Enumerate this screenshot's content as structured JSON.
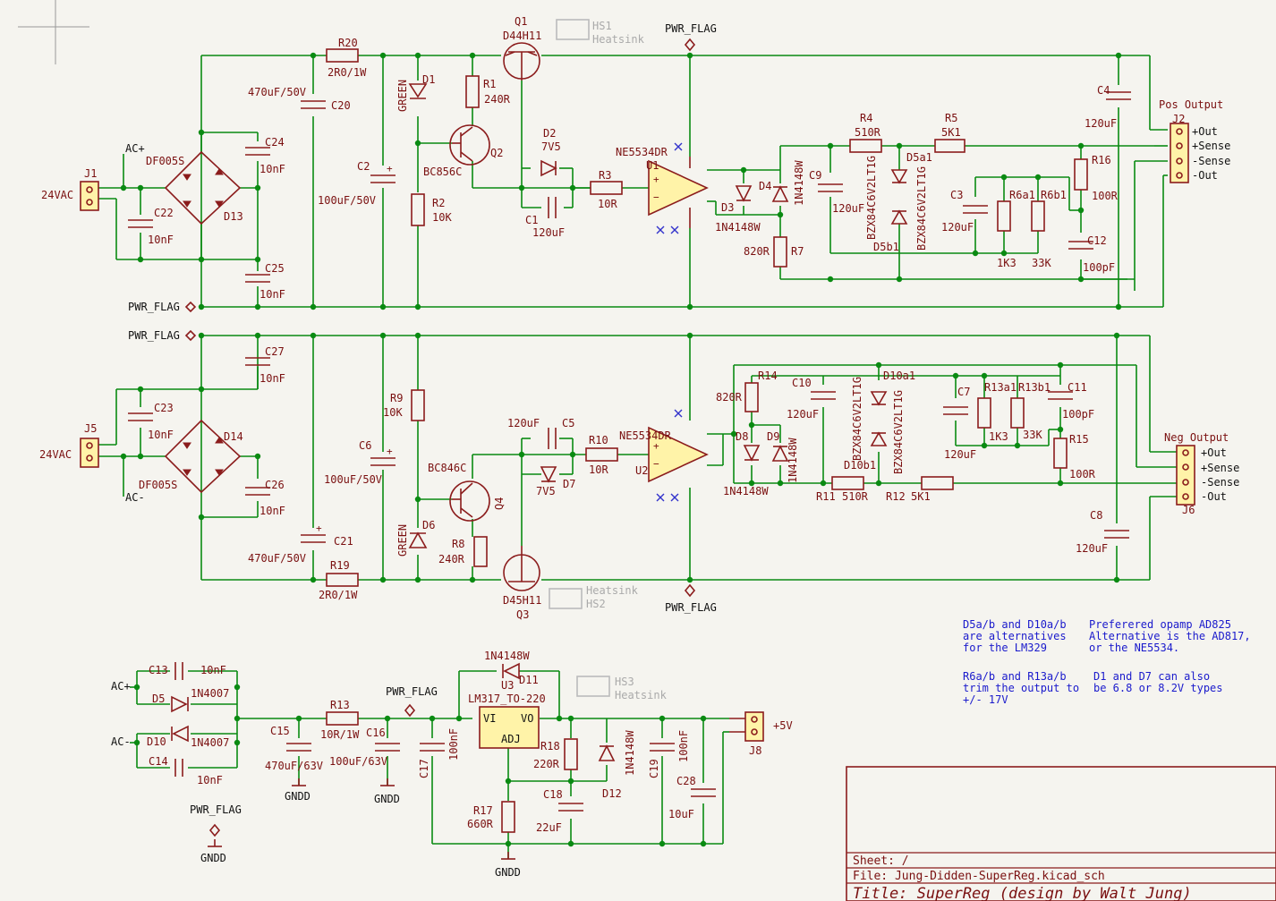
{
  "schematic": {
    "components": {
      "q1": {
        "ref": "Q1",
        "value": "D44H11"
      },
      "hs1": {
        "ref": "HS1",
        "value": "Heatsink"
      },
      "r20": {
        "ref": "R20",
        "value": "2R0/1W"
      },
      "c20": {
        "ref": "C20",
        "value": "470uF/50V"
      },
      "d1": {
        "ref": "D1",
        "value": "GREEN"
      },
      "r1": {
        "ref": "R1",
        "value": "240R"
      },
      "q2": {
        "ref": "Q2",
        "value": "BC856C"
      },
      "r2": {
        "ref": "R2",
        "value": "10K"
      },
      "c2": {
        "ref": "C2",
        "value": "100uF/50V"
      },
      "d2": {
        "ref": "D2",
        "value": "7V5"
      },
      "c1": {
        "ref": "C1",
        "value": "120uF"
      },
      "r3": {
        "ref": "R3",
        "value": "10R"
      },
      "u1": {
        "ref": "U1",
        "value": "NE5534DR"
      },
      "d3": {
        "ref": "D3",
        "value": "1N4148W"
      },
      "d4": {
        "ref": "D4",
        "value": "1N4148W"
      },
      "r7": {
        "ref": "R7",
        "value": "820R"
      },
      "c9": {
        "ref": "C9",
        "value": "120uF"
      },
      "r4": {
        "ref": "R4",
        "value": "510R"
      },
      "d5a1": {
        "ref": "D5a1",
        "value": "BZX84C6V2LT1G"
      },
      "d5b1": {
        "ref": "D5b1",
        "value": "BZX84C6V2LT1G"
      },
      "r5": {
        "ref": "R5",
        "value": "5K1"
      },
      "c3": {
        "ref": "C3",
        "value": "120uF"
      },
      "r6a1": {
        "ref": "R6a1",
        "value": "1K3"
      },
      "r6b1": {
        "ref": "R6b1",
        "value": "33K"
      },
      "r16": {
        "ref": "R16",
        "value": "100R"
      },
      "c12": {
        "ref": "C12",
        "value": "100pF"
      },
      "c4": {
        "ref": "C4",
        "value": "120uF"
      },
      "j2": {
        "ref": "J2",
        "value": "Pos Output"
      },
      "j1": {
        "ref": "J1",
        "value": "24VAC"
      },
      "c22": {
        "ref": "C22",
        "value": "10nF"
      },
      "c24": {
        "ref": "C24",
        "value": "10nF"
      },
      "c25": {
        "ref": "C25",
        "value": "10nF"
      },
      "d13": {
        "ref": "D13",
        "value": "DF005S"
      },
      "j5": {
        "ref": "J5",
        "value": "24VAC"
      },
      "c23": {
        "ref": "C23",
        "value": "10nF"
      },
      "c27": {
        "ref": "C27",
        "value": "10nF"
      },
      "c26": {
        "ref": "C26",
        "value": "10nF"
      },
      "d14": {
        "ref": "D14",
        "value": "DF005S"
      },
      "c21": {
        "ref": "C21",
        "value": "470uF/50V"
      },
      "r19": {
        "ref": "R19",
        "value": "2R0/1W"
      },
      "r9": {
        "ref": "R9",
        "value": "10K"
      },
      "c6": {
        "ref": "C6",
        "value": "100uF/50V"
      },
      "q4": {
        "ref": "Q4",
        "value": "BC846C"
      },
      "d6": {
        "ref": "D6",
        "value": "GREEN"
      },
      "r8": {
        "ref": "R8",
        "value": "240R"
      },
      "q3": {
        "ref": "Q3",
        "value": "D45H11"
      },
      "hs2": {
        "ref": "HS2",
        "value": "Heatsink"
      },
      "c5": {
        "ref": "C5",
        "value": "120uF"
      },
      "d7": {
        "ref": "D7",
        "value": "7V5"
      },
      "r10": {
        "ref": "R10",
        "value": "10R"
      },
      "u2": {
        "ref": "U2",
        "value": "NE5534DR"
      },
      "d8": {
        "ref": "D8",
        "value": "1N4148W"
      },
      "d9": {
        "ref": "D9",
        "value": "1N4148W"
      },
      "r14": {
        "ref": "R14",
        "value": "820R"
      },
      "c10": {
        "ref": "C10",
        "value": "120uF"
      },
      "d10a1": {
        "ref": "D10a1",
        "value": "BZX84C6V2LT1G"
      },
      "d10b1": {
        "ref": "D10b1",
        "value": "BZX84C6V2LT1G"
      },
      "r11": {
        "ref": "R11",
        "value": "510R"
      },
      "r12": {
        "ref": "R12",
        "value": "5K1"
      },
      "c7": {
        "ref": "C7",
        "value": "120uF"
      },
      "r13a1": {
        "ref": "R13a1",
        "value": "1K3"
      },
      "r13b1": {
        "ref": "R13b1",
        "value": "33K"
      },
      "c11": {
        "ref": "C11",
        "value": "100pF"
      },
      "r15": {
        "ref": "R15",
        "value": "100R"
      },
      "c8": {
        "ref": "C8",
        "value": "120uF"
      },
      "j6": {
        "ref": "J6",
        "value": "Neg Output"
      },
      "c13": {
        "ref": "C13",
        "value": "10nF"
      },
      "c14": {
        "ref": "C14",
        "value": "10nF"
      },
      "d5": {
        "ref": "D5",
        "value": "1N4007"
      },
      "d10": {
        "ref": "D10",
        "value": "1N4007"
      },
      "c15": {
        "ref": "C15",
        "value": "470uF/63V"
      },
      "r13": {
        "ref": "R13",
        "value": "10R/1W"
      },
      "c16": {
        "ref": "C16",
        "value": "100uF/63V"
      },
      "c17": {
        "ref": "C17",
        "value": "100nF"
      },
      "u3": {
        "ref": "U3",
        "value": "LM317_TO-220"
      },
      "d11": {
        "ref": "D11",
        "value": "1N4148W"
      },
      "hs3": {
        "ref": "HS3",
        "value": "Heatsink"
      },
      "r18": {
        "ref": "R18",
        "value": "220R"
      },
      "d12": {
        "ref": "D12",
        "value": "1N4148W"
      },
      "c18": {
        "ref": "C18",
        "value": "22uF"
      },
      "r17": {
        "ref": "R17",
        "value": "660R"
      },
      "c19": {
        "ref": "C19",
        "value": "100nF"
      },
      "c28": {
        "ref": "C28",
        "value": "10uF"
      },
      "j8": {
        "ref": "J8",
        "value": "+5V"
      }
    },
    "labels": {
      "pwr_flag": "PWR_FLAG",
      "gndd": "GNDD",
      "ac_plus": "AC+",
      "ac_minus": "AC-",
      "u3_vi": "VI",
      "u3_vo": "VO",
      "u3_adj": "ADJ",
      "j2_pins": [
        "+Out",
        "+Sense",
        "-Sense",
        "-Out"
      ],
      "j6_pins": [
        "+Out",
        "+Sense",
        "-Sense",
        "-Out"
      ]
    },
    "notes": {
      "zener_alt": [
        "D5a/b and D10a/b",
        "are alternatives",
        "for the LM329"
      ],
      "opamp_pref": [
        "Preferered opamp AD825",
        "Alternative is the AD817,",
        "or the NE5534."
      ],
      "trim": [
        "R6a/b and R13a/b",
        "trim the output to",
        "+/- 17V"
      ],
      "led_alt": [
        "D1 and D7 can also",
        "be 6.8 or 8.2V types"
      ]
    },
    "title_block": {
      "sheet": "Sheet: /",
      "file": "File: Jung-Didden-SuperReg.kicad_sch",
      "title": "Title: SuperReg (design by Walt Jung)"
    },
    "colors": {
      "wire": "#0a8a12",
      "component": "#8b1c1c",
      "note": "#1a1acc",
      "background": "#f5f4ef",
      "ic_fill": "#fff3a8"
    }
  }
}
